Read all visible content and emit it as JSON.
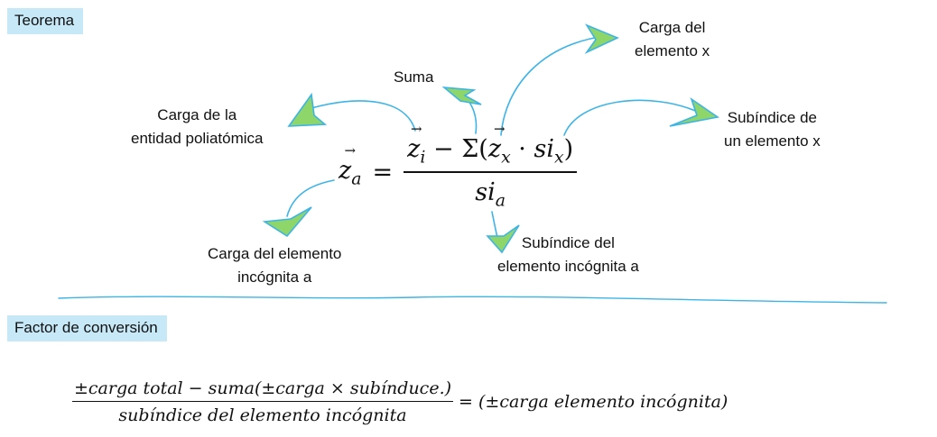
{
  "tags": {
    "teorema": "Teorema",
    "factor": "Factor de conversión"
  },
  "labels": {
    "suma": "Suma",
    "carga_elemento_x": [
      "Carga del",
      "elemento x"
    ],
    "carga_entidad": [
      "Carga de la",
      "entidad poliatómica"
    ],
    "subindice_x": [
      "Subíndice de",
      "un elemento x"
    ],
    "carga_incognita": [
      "Carga del elemento",
      "incógnita a"
    ],
    "subindice_incognita": [
      "Subíndice del",
      "elemento incógnita a"
    ]
  },
  "equation": {
    "lhs": "z",
    "lhs_sub": "a",
    "eq": "=",
    "num_z": "z",
    "num_z_sub": "i",
    "minus": " − Σ(",
    "num_zx": "z",
    "num_zx_sub": "x",
    "dot": " · ",
    "si": "si",
    "si_sub": "x",
    "close": ")",
    "den": "si",
    "den_sub": "a"
  },
  "factor": {
    "numerator": "±carga total − suma(±carga × subínduce.)",
    "denominator": "subíndice del elemento incógnita",
    "result": "= (±carga elemento incógnita)"
  },
  "colors": {
    "tag_bg": "#c6e8f7",
    "arrow_stroke": "#3db4e6",
    "arrow_fill": "#8ed66a"
  }
}
